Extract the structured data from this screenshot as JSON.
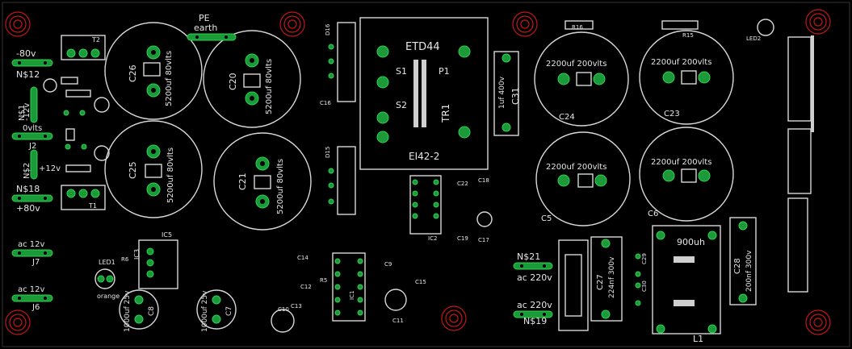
{
  "board": {
    "background": "#000000",
    "silk": "#e6e6e6",
    "pad": "#1c9a3a",
    "mount": "#c01818"
  },
  "labels": {
    "pe": "PE",
    "earth": "earth",
    "m80": "-80v",
    "ns12": "N$12",
    "m12": "-12v",
    "zero": "0vlts",
    "j2": "J2",
    "ns2": "N$2",
    "p12": "+12v",
    "ns18": "N$18",
    "p80": "+80v",
    "ns1": "N$1",
    "ac12a": "ac 12v",
    "j7": "J7",
    "ac12b": "ac 12v",
    "j6": "J6",
    "c26v": "5200uf 80vlts",
    "c26": "C26",
    "c20v": "5200uf 80vlts",
    "c20": "C20",
    "c25v": "5200uf 80vlts",
    "c25": "C25",
    "c21v": "5200uf 80vlts",
    "c21": "C21",
    "etd": "ETD44",
    "s1": "S1",
    "p1": "P1",
    "s2": "S2",
    "tr1": "TR1",
    "ei": "EI42-2",
    "c31v": "1uf 400v",
    "c31": "C31",
    "c24v": "2200uf 200vlts",
    "c24": "C24",
    "c23v": "2200uf 200vlts",
    "c23": "C23",
    "c5v": "2200uf 200vlts",
    "c5": "C5",
    "c6v": "2200uf 200vlts",
    "c6": "C6",
    "ns21": "N$21",
    "ac220a": "ac 220v",
    "ac220b": "ac 220v",
    "ns19": "N$19",
    "c27v": "224nf 300v",
    "c27": "C27",
    "l1v": "900uh",
    "l1": "L1",
    "c28v": "200nf 300v",
    "c28": "C28",
    "c8v": "1000uf 25v",
    "c8": "C8",
    "c7v": "1000uf 25v",
    "c7": "C7",
    "ic1": "IC1",
    "ic2": "IC2",
    "led1": "LED1",
    "led2": "LED2",
    "orange": "orange",
    "c10": "C10",
    "r16": "R16",
    "r15": "R15",
    "c16": "C16",
    "c17": "C17",
    "c18": "C18",
    "c19": "C19",
    "c22": "C22",
    "c29": "C29",
    "c30": "C30",
    "c9": "C9",
    "c11": "C11",
    "c12": "C12",
    "c13": "C13",
    "c14": "C14",
    "c15": "C15",
    "r5": "R5",
    "r6": "R6",
    "t1": "T1",
    "t2": "T2",
    "d16": "D16",
    "d15": "D15",
    "ic3": "IC3",
    "ic5": "IC5"
  }
}
